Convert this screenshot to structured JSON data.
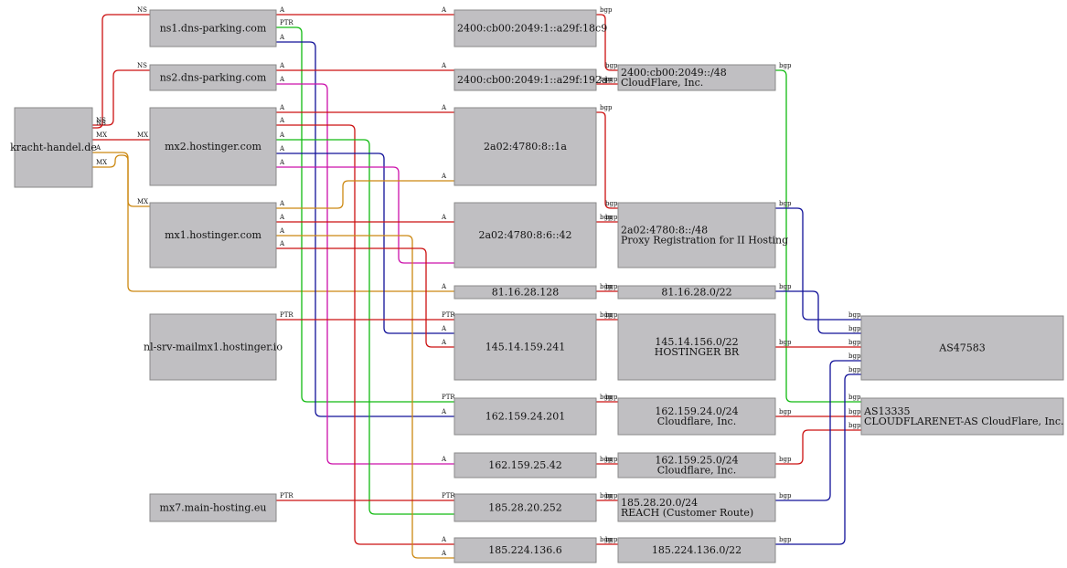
{
  "colors": {
    "red": "#cc1111",
    "green": "#11bb11",
    "blue": "#111199",
    "magenta": "#cc11aa",
    "orange": "#cc8811",
    "node_fill": "#c0bfc2",
    "node_stroke": "#8a8a8a"
  },
  "nodes": [
    {
      "id": "kracht",
      "lines": [
        "kracht-handel.de"
      ]
    },
    {
      "id": "ns1",
      "lines": [
        "ns1.dns-parking.com"
      ]
    },
    {
      "id": "ns2",
      "lines": [
        "ns2.dns-parking.com"
      ]
    },
    {
      "id": "mx2",
      "lines": [
        "mx2.hostinger.com"
      ]
    },
    {
      "id": "mx1",
      "lines": [
        "mx1.hostinger.com"
      ]
    },
    {
      "id": "nlsrv",
      "lines": [
        "nl-srv-mailmx1.hostinger.io"
      ]
    },
    {
      "id": "mx7",
      "lines": [
        "mx7.main-hosting.eu"
      ]
    },
    {
      "id": "ip6a",
      "lines": [
        "2400:cb00:2049:1::a29f:18c9"
      ]
    },
    {
      "id": "ip6b",
      "lines": [
        "2400:cb00:2049:1::a29f:192a"
      ]
    },
    {
      "id": "ip6c",
      "lines": [
        "2a02:4780:8::1a"
      ]
    },
    {
      "id": "ip6d",
      "lines": [
        "2a02:4780:8:6::42"
      ]
    },
    {
      "id": "ip81",
      "lines": [
        "81.16.28.128"
      ]
    },
    {
      "id": "ip145",
      "lines": [
        "145.14.159.241"
      ]
    },
    {
      "id": "ip162a",
      "lines": [
        "162.159.24.201"
      ]
    },
    {
      "id": "ip162b",
      "lines": [
        "162.159.25.42"
      ]
    },
    {
      "id": "ip185a",
      "lines": [
        "185.28.20.252"
      ]
    },
    {
      "id": "ip185b",
      "lines": [
        "185.224.136.6"
      ]
    },
    {
      "id": "p2400",
      "lines": [
        "2400:cb00:2049::/48",
        "CloudFlare, Inc."
      ]
    },
    {
      "id": "p2a02",
      "lines": [
        "2a02:4780:8::/48",
        "Proxy Registration for II Hosting"
      ]
    },
    {
      "id": "p81",
      "lines": [
        "81.16.28.0/22"
      ]
    },
    {
      "id": "p145",
      "lines": [
        "145.14.156.0/22",
        "HOSTINGER BR"
      ]
    },
    {
      "id": "p162a",
      "lines": [
        "162.159.24.0/24",
        "Cloudflare, Inc."
      ]
    },
    {
      "id": "p162b",
      "lines": [
        "162.159.25.0/24",
        "Cloudflare, Inc."
      ]
    },
    {
      "id": "p185a",
      "lines": [
        "185.28.20.0/24",
        "REACH (Customer Route)"
      ]
    },
    {
      "id": "p185b",
      "lines": [
        "185.224.136.0/22"
      ]
    },
    {
      "id": "as47583",
      "lines": [
        "AS47583"
      ]
    },
    {
      "id": "as13335",
      "lines": [
        "AS13335",
        "CLOUDFLARENET-AS CloudFlare, Inc."
      ]
    }
  ],
  "edges": [
    {
      "id": "kracht-ns1",
      "color": "red",
      "labels": [
        "NS",
        "NS"
      ]
    },
    {
      "id": "kracht-ns2",
      "color": "red",
      "labels": [
        "NS",
        "NS"
      ]
    },
    {
      "id": "kracht-mx2",
      "color": "red",
      "labels": [
        "MX",
        "MX"
      ]
    },
    {
      "id": "kracht-mx1",
      "color": "orange",
      "labels": [
        "MX",
        "MX"
      ]
    },
    {
      "id": "kracht-ip81",
      "color": "orange",
      "labels": [
        "A",
        "A"
      ]
    },
    {
      "id": "ns1-ip6a",
      "color": "red",
      "labels": [
        "A",
        "A"
      ]
    },
    {
      "id": "ns1-ip162a",
      "color": "green",
      "labels": [
        "PTR",
        "PTR"
      ]
    },
    {
      "id": "ns1-ip162a-a",
      "color": "blue",
      "labels": [
        "A",
        "A"
      ]
    },
    {
      "id": "ns2-ip6b",
      "color": "red",
      "labels": [
        "A",
        "A"
      ]
    },
    {
      "id": "ns2-ip162b",
      "color": "magenta",
      "labels": [
        "A",
        "A"
      ]
    },
    {
      "id": "mx2-ip6c",
      "color": "red",
      "labels": [
        "A",
        "A"
      ]
    },
    {
      "id": "mx2-ip185b",
      "color": "red",
      "labels": [
        "A",
        "A"
      ]
    },
    {
      "id": "mx2-ip185a",
      "color": "green",
      "labels": [
        "A",
        ""
      ]
    },
    {
      "id": "mx2-ip145",
      "color": "blue",
      "labels": [
        "A",
        "A"
      ]
    },
    {
      "id": "mx2-ip6d",
      "color": "magenta",
      "labels": [
        "A",
        ""
      ]
    },
    {
      "id": "mx1-ip6c",
      "color": "orange",
      "labels": [
        "A",
        "A"
      ]
    },
    {
      "id": "mx1-ip6d",
      "color": "red",
      "labels": [
        "A",
        "A"
      ]
    },
    {
      "id": "mx1-ip185b",
      "color": "orange",
      "labels": [
        "A",
        "A"
      ]
    },
    {
      "id": "mx1-ip145",
      "color": "red",
      "labels": [
        "A",
        "A"
      ]
    },
    {
      "id": "nlsrv-ip145",
      "color": "red",
      "labels": [
        "PTR",
        "PTR"
      ]
    },
    {
      "id": "mx7-ip185a",
      "color": "red",
      "labels": [
        "PTR",
        "PTR"
      ]
    },
    {
      "id": "ip6a-p2400",
      "color": "red",
      "labels": [
        "bgp",
        "bgp"
      ]
    },
    {
      "id": "ip6b-p2400",
      "color": "red",
      "labels": [
        "bgp",
        "bgp"
      ]
    },
    {
      "id": "ip6c-p2a02",
      "color": "red",
      "labels": [
        "bgp",
        "bgp"
      ]
    },
    {
      "id": "ip6d-p2a02",
      "color": "red",
      "labels": [
        "bgp",
        "bgp"
      ]
    },
    {
      "id": "ip81-p81",
      "color": "red",
      "labels": [
        "bgp",
        "bgp"
      ]
    },
    {
      "id": "ip145-p145",
      "color": "red",
      "labels": [
        "bgp",
        "bgp"
      ]
    },
    {
      "id": "ip162a-p162a",
      "color": "red",
      "labels": [
        "bgp",
        "bgp"
      ]
    },
    {
      "id": "ip162b-p162b",
      "color": "red",
      "labels": [
        "bgp",
        "bgp"
      ]
    },
    {
      "id": "ip185a-p185a",
      "color": "red",
      "labels": [
        "bgp",
        "bgp"
      ]
    },
    {
      "id": "ip185b-p185b",
      "color": "red",
      "labels": [
        "bgp",
        "bgp"
      ]
    },
    {
      "id": "p2400-as13335",
      "color": "green",
      "labels": [
        "bgp",
        "bgp"
      ]
    },
    {
      "id": "p2a02-as47583",
      "color": "blue",
      "labels": [
        "bgp",
        "bgp"
      ]
    },
    {
      "id": "p81-as47583",
      "color": "blue",
      "labels": [
        "bgp",
        "bgp"
      ]
    },
    {
      "id": "p145-as47583",
      "color": "red",
      "labels": [
        "bgp",
        "bgp"
      ]
    },
    {
      "id": "p162a-as13335",
      "color": "red",
      "labels": [
        "bgp",
        "bgp"
      ]
    },
    {
      "id": "p162b-as13335",
      "color": "red",
      "labels": [
        "bgp",
        "bgp"
      ]
    },
    {
      "id": "p185a-as47583",
      "color": "blue",
      "labels": [
        "bgp",
        "bgp"
      ]
    },
    {
      "id": "p185b-as47583",
      "color": "blue",
      "labels": [
        "bgp",
        "bgp"
      ]
    }
  ]
}
